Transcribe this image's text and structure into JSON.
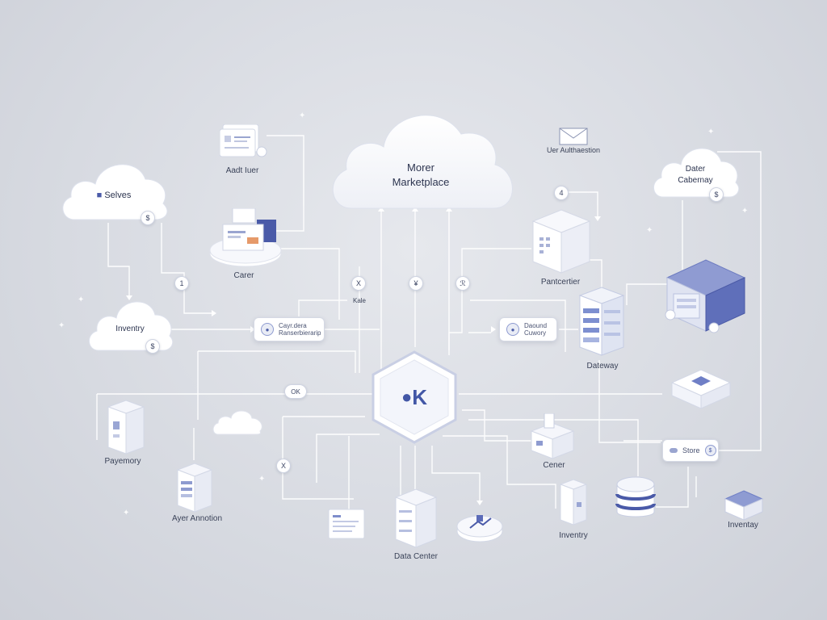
{
  "clouds": {
    "marketplace": {
      "line1": "Morer",
      "line2": "Marketplace"
    },
    "selves": {
      "label": "Selves"
    },
    "gateway": {
      "line1": "Dater",
      "line2": "Cabernay"
    },
    "inventry": {
      "label": "Inventry"
    }
  },
  "hub": {
    "label": "K"
  },
  "pills": {
    "left": {
      "line1": "Cayr.dera",
      "line2": "Ranserbierarip"
    },
    "right": {
      "line1": "Daound",
      "line2": "Cuwory"
    },
    "store": {
      "label": "Store"
    }
  },
  "labels": {
    "auditer": "Aadt Iuer",
    "carer": "Carer",
    "kale": "Kale",
    "user_auth": "Uer Aulthaestion",
    "pantcertier": "Pantcertier",
    "dateway": "Dateway",
    "payemory": "Payemory",
    "ayer_annotion": "Ayer Annotion",
    "data_center": "Data Center",
    "cener": "Cener",
    "inventry2": "Inventry",
    "inventory3": "Inventay"
  },
  "badges": {
    "b1": "1",
    "b2": "X",
    "b3": "¥",
    "b4": "ℛ",
    "b5": "4",
    "b6": "OK",
    "b7": "X"
  },
  "icons": {
    "mail": "envelope-icon",
    "user": "user-icon"
  },
  "colors": {
    "accent": "#4a5aa8",
    "line": "#ffffff",
    "background": "#d7dae1"
  }
}
